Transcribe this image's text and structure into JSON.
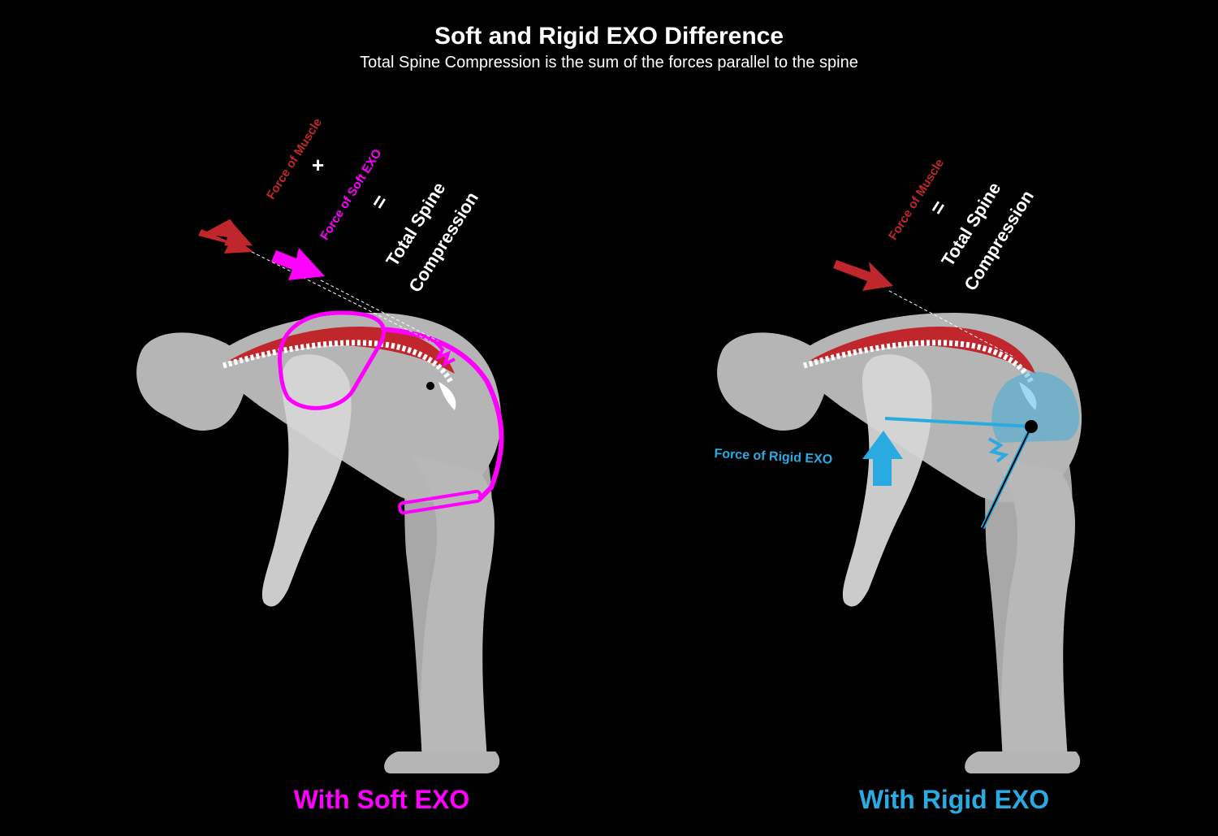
{
  "title": "Soft and Rigid EXO Difference",
  "subtitle": "Total Spine Compression is the sum of the forces parallel to the spine",
  "colors": {
    "background": "#000000",
    "body": "#b5b5b5",
    "muscle": "#c0272d",
    "soft_exo": "#ff00ff",
    "rigid_exo": "#29abe2",
    "text": "#ffffff"
  },
  "soft": {
    "caption": "With Soft EXO",
    "muscle_label": "Force of Muscle",
    "plus": "+",
    "exo_label": "Force of Soft EXO",
    "equals": "=",
    "total_line1": "Total Spine",
    "total_line2": "Compression"
  },
  "rigid": {
    "caption": "With Rigid EXO",
    "muscle_label": "Force of Muscle",
    "equals": "=",
    "total_line1": "Total Spine",
    "total_line2": "Compression",
    "exo_label": "Force of Rigid EXO"
  }
}
